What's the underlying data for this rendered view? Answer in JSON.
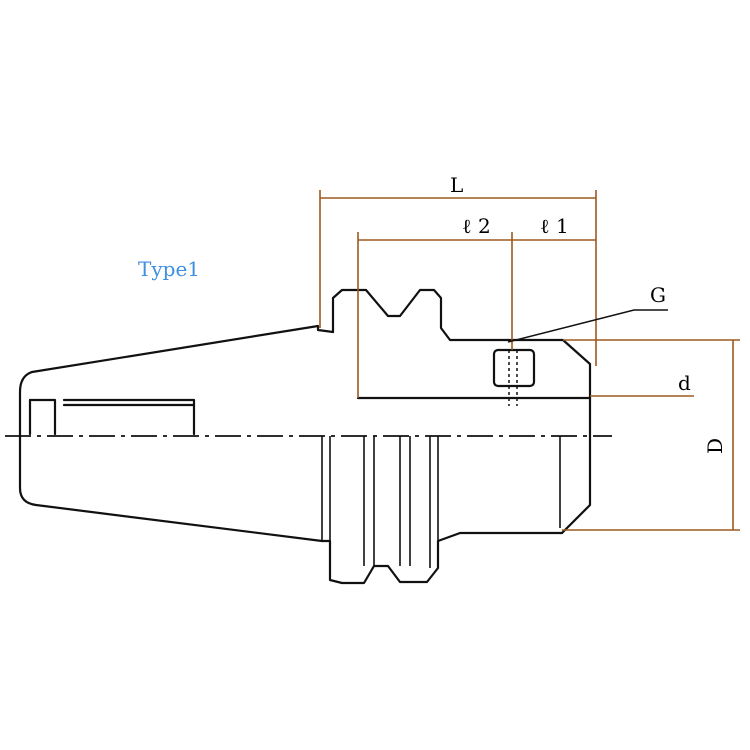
{
  "diagram": {
    "type_label": "Type1",
    "dimensions": {
      "L": "L",
      "l2": "ℓ 2",
      "l1": "ℓ 1",
      "G": "G",
      "d": "d",
      "D": "D"
    },
    "colors": {
      "outline": "#111111",
      "dimension_lines": "#9b5a1f",
      "type_label": "#3d8fe0"
    }
  }
}
